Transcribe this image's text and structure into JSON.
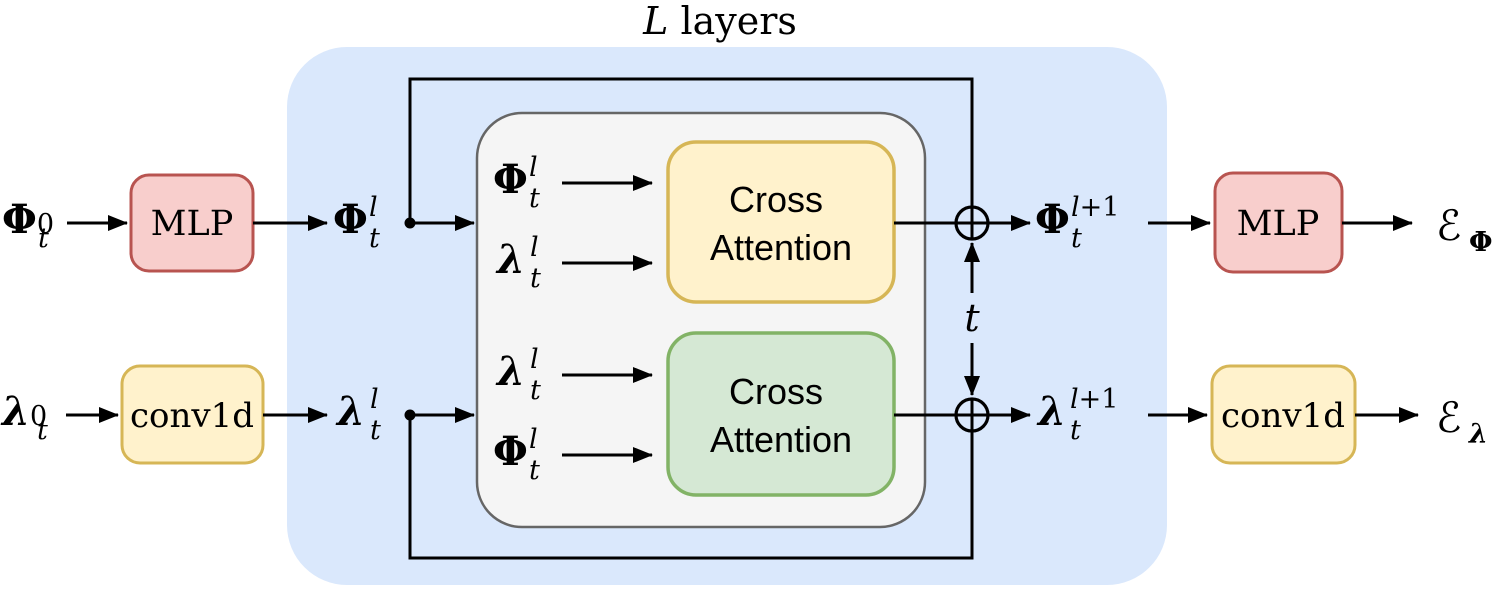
{
  "title": {
    "math": "L",
    "rest": " layers"
  },
  "io": {
    "phi0": {
      "base": "Φ",
      "sup_it": "",
      "sup_rm": "0",
      "sub": "t"
    },
    "lambda0": {
      "base": "λ",
      "sup_it": "",
      "sup_rm": "0",
      "sub": "t"
    },
    "phi_l": {
      "base": "Φ",
      "sup_it": "l",
      "sup_rm": "",
      "sub": "t"
    },
    "lambda_l": {
      "base": "λ",
      "sup_it": "l",
      "sup_rm": "",
      "sub": "t"
    },
    "phi_l1": {
      "base": "Φ",
      "sup_it": "l",
      "sup_rm": "+1",
      "sub": "t"
    },
    "lambda_l1": {
      "base": "λ",
      "sup_it": "l",
      "sup_rm": "+1",
      "sub": "t"
    },
    "e_phi": {
      "base": "ℰ",
      "sub": "Φ"
    },
    "e_lambda": {
      "base": "ℰ",
      "sub": "λ"
    },
    "t": "t"
  },
  "blocks": {
    "mlp_in": "MLP",
    "conv_in": "conv1d",
    "mlp_out": "MLP",
    "conv_out": "conv1d",
    "ca_top_line1": "Cross",
    "ca_top_line2": "Attention",
    "ca_bottom_line1": "Cross",
    "ca_bottom_line2": "Attention"
  },
  "colors": {
    "blue_fill": "#dae8fc",
    "gray_fill": "#f5f5f5",
    "gray_stroke": "#666666",
    "red_fill": "#f8cecc",
    "red_stroke": "#b85450",
    "yellow_fill": "#fff2cc",
    "yellow_stroke": "#d6b656",
    "green_fill": "#d5e8d4",
    "green_stroke": "#82b366",
    "line": "#000000"
  }
}
